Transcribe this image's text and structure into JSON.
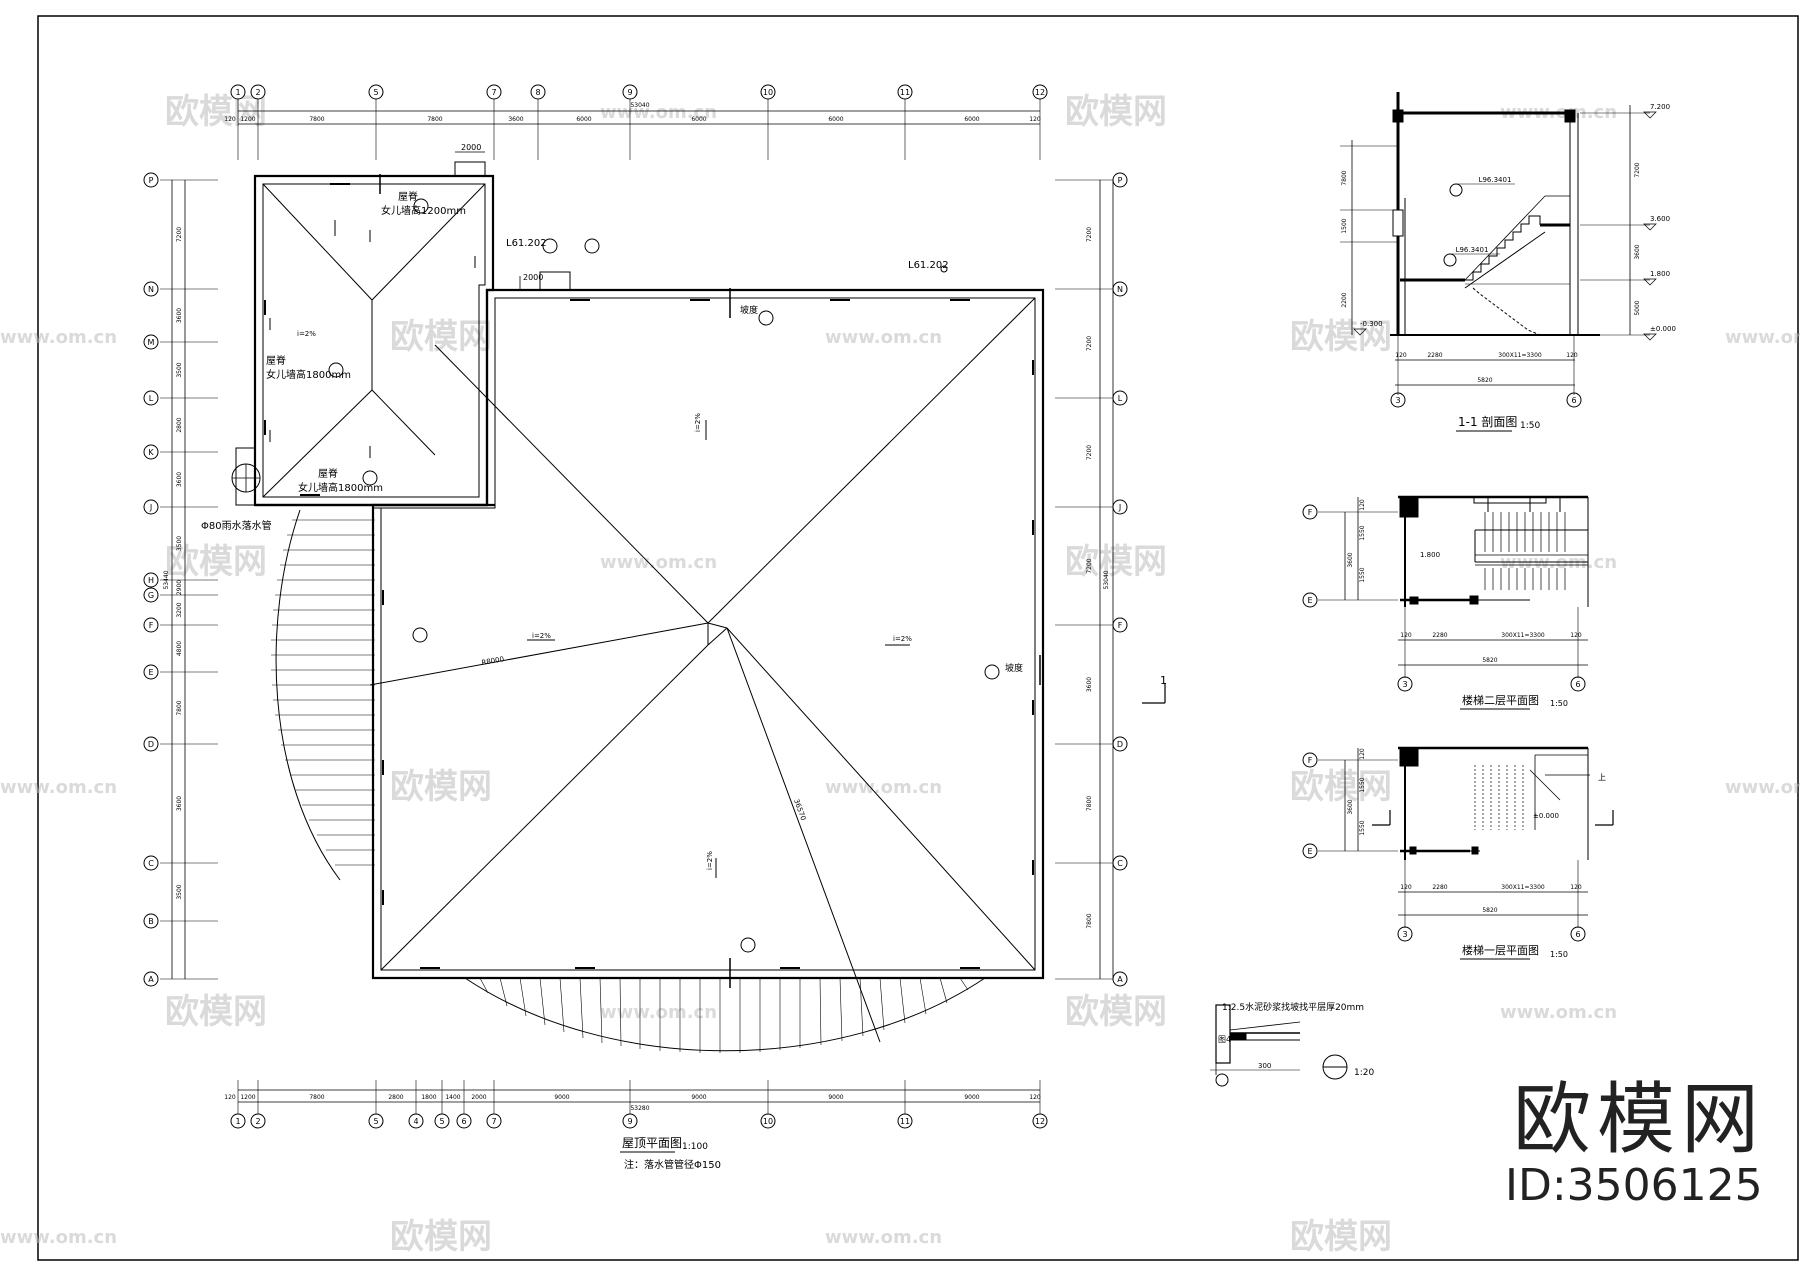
{
  "watermark": {
    "logo": "欧模网",
    "site": "www.om.cn"
  },
  "brand": {
    "name": "欧模网",
    "id": "ID:3506125"
  },
  "roof_plan": {
    "title": "屋顶平面图",
    "scale": "1:100",
    "note": "注：落水管管径Φ150",
    "top_axes": [
      "1",
      "2",
      "5",
      "7",
      "8",
      "9",
      "10",
      "11",
      "12"
    ],
    "top_dims": [
      "120",
      "1200",
      "7800",
      "7800",
      "3600",
      "6000",
      "6000",
      "6000",
      "6000",
      "120"
    ],
    "top_total": "53040",
    "bottom_axes": [
      "1",
      "2",
      "5",
      "4",
      "5",
      "6",
      "7",
      "9",
      "10",
      "11",
      "12"
    ],
    "bottom_dims": [
      "120",
      "1200",
      "7800",
      "2800",
      "1800",
      "1400",
      "2000",
      "9000",
      "9000",
      "9000",
      "9000",
      "120"
    ],
    "bottom_total": "53280",
    "left_axes": [
      "P",
      "N",
      "M",
      "L",
      "K",
      "J",
      "H",
      "G",
      "F",
      "E",
      "D",
      "C",
      "B",
      "A"
    ],
    "left_dims": [
      "7200",
      "3600",
      "3500",
      "2800",
      "3600",
      "3500",
      "2900",
      "3200",
      "4800",
      "7800",
      "3600",
      "3500"
    ],
    "left_total": "53440",
    "right_axes": [
      "P",
      "N",
      "L",
      "J",
      "F",
      "D",
      "C",
      "A"
    ],
    "right_dims": [
      "7200",
      "7200",
      "7200",
      "7200",
      "3600",
      "7800",
      "7800"
    ],
    "right_total": "53040",
    "labels": {
      "slope_i": "i=2%",
      "ridge": "屋脊",
      "gutter_a": "女儿墙高1200mm",
      "gutter_b": "女儿墙高1800mm",
      "gutter_c": "女儿墙高1800mm",
      "level_a": "L61.202",
      "level_b": "L61.202",
      "drain": "Φ80雨水落水管",
      "len_a": "R8000",
      "len_b": "36570",
      "dim_a": "2000",
      "dim_b": "2000",
      "slope_word": "坡度"
    }
  },
  "section": {
    "title": "1-1 剖面图",
    "scale": "1:50",
    "levels": [
      "7.200",
      "3.600",
      "1.800",
      "±0.000",
      "-0.300"
    ],
    "left_dims": [
      "7800",
      "1500",
      "2200"
    ],
    "right_dims": [
      "7200",
      "3600",
      "5000"
    ],
    "bottom_dims": [
      "120",
      "2280",
      "300X11=3300",
      "120"
    ],
    "bottom_total": "5820",
    "axes": [
      "3",
      "6"
    ],
    "notes": [
      "L96.3401",
      "L96.3401"
    ]
  },
  "stair_second": {
    "title": "楼梯二层平面图",
    "scale": "1:50",
    "axes_left": [
      "F",
      "E"
    ],
    "left_dims": [
      "120",
      "1550",
      "1550"
    ],
    "left_total": "3600",
    "level": "1.800",
    "bottom_dims": [
      "120",
      "2280",
      "300X11=3300",
      "120"
    ],
    "bottom_total": "5820",
    "axes_bottom": [
      "3",
      "6"
    ]
  },
  "stair_first": {
    "title": "楼梯一层平面图",
    "scale": "1:50",
    "axes_left": [
      "F",
      "E"
    ],
    "left_dims": [
      "120",
      "1550",
      "1550"
    ],
    "left_total": "3600",
    "level": "±0.000",
    "up": "上",
    "bottom_dims": [
      "120",
      "2280",
      "300X11=3300",
      "120"
    ],
    "bottom_total": "5820",
    "axes_bottom": [
      "3",
      "6"
    ]
  },
  "detail": {
    "note": "1:2.5水泥砂浆找坡找平层厚20mm",
    "sub": "图4",
    "dim": "300",
    "scale": "1:20"
  },
  "section_mark": "1"
}
